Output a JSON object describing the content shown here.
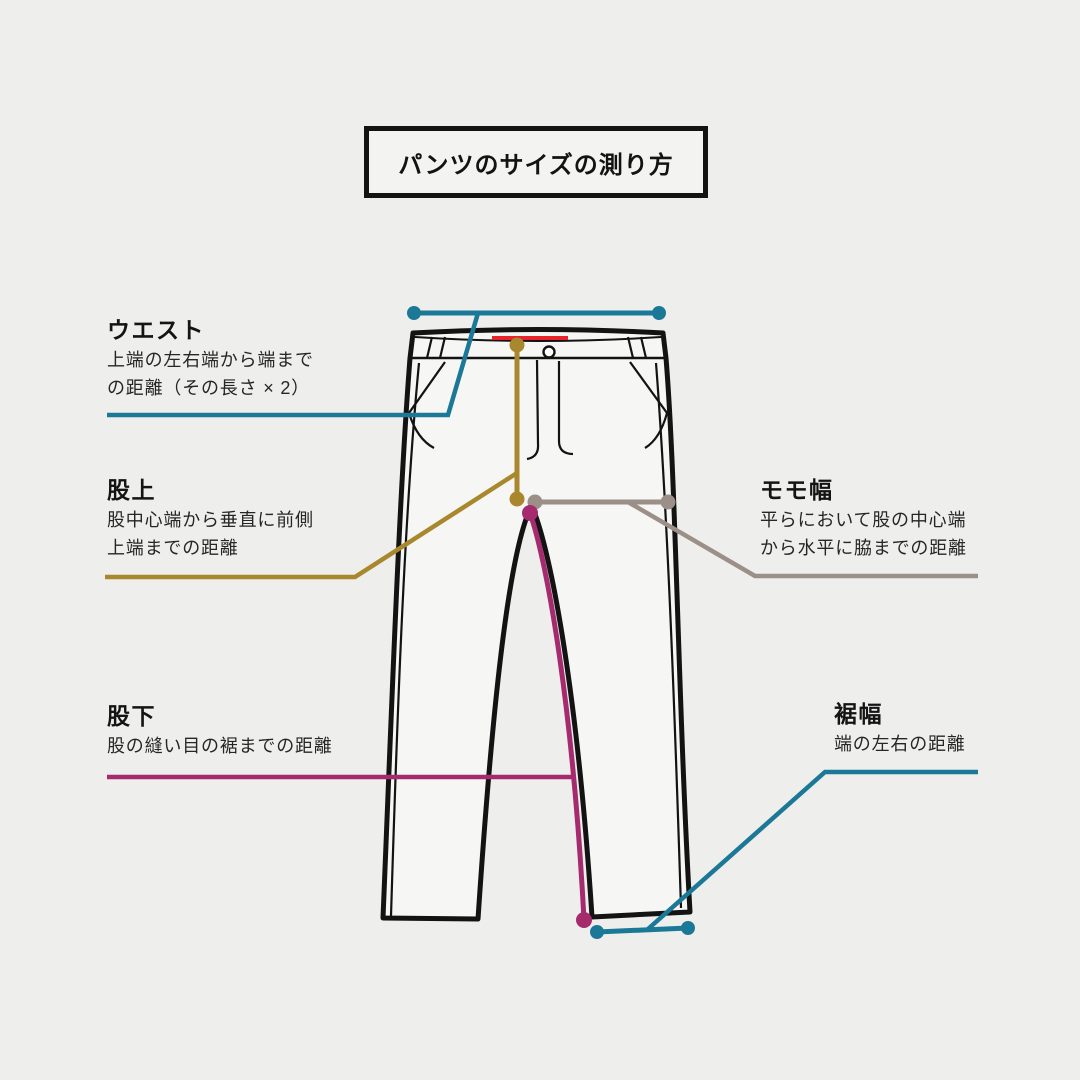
{
  "title": "パンツのサイズの測り方",
  "labels": {
    "waist": {
      "heading": "ウエスト",
      "line1": "上端の左右端から端まで",
      "line2": "の距離（その長さ × 2）"
    },
    "rise": {
      "heading": "股上",
      "line1": "股中心端から垂直に前側",
      "line2": "上端までの距離"
    },
    "thigh": {
      "heading": "モモ幅",
      "line1": "平らにおいて股の中心端",
      "line2": "から水平に脇までの距離"
    },
    "inseam": {
      "heading": "股下",
      "line1": "股の縫い目の裾までの距離"
    },
    "hem": {
      "heading": "裾幅",
      "line1": "端の左右の距離"
    }
  },
  "colors": {
    "background": "#eeeeed",
    "pants_fill": "#f6f6f5",
    "outline": "#131313",
    "waist": "#1b7997",
    "rise": "#a9872c",
    "thigh": "#9b8f88",
    "inseam": "#a52b6e",
    "hem": "#1b7997",
    "waistband_red": "#e8232a"
  }
}
